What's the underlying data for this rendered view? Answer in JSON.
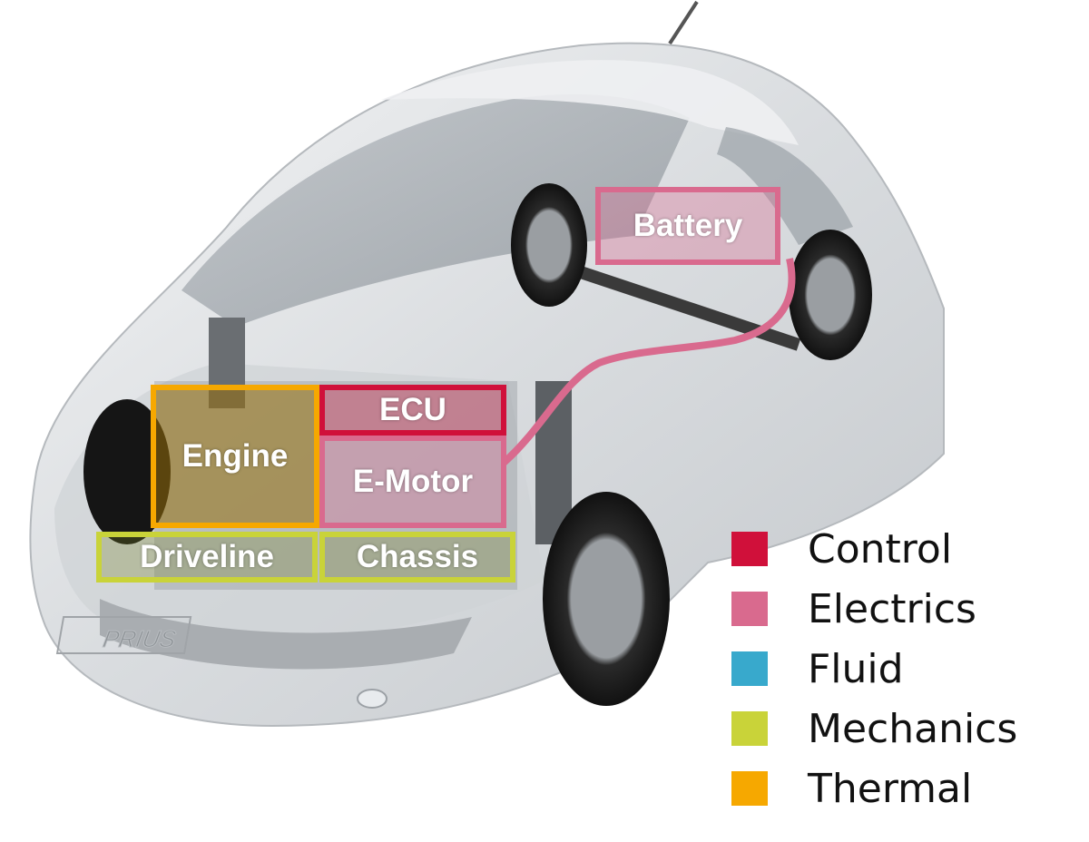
{
  "components": [
    {
      "id": "battery",
      "label": "Battery",
      "category": "electrics"
    },
    {
      "id": "ecu",
      "label": "ECU",
      "category": "control"
    },
    {
      "id": "engine",
      "label": "Engine",
      "category": "thermal"
    },
    {
      "id": "e-motor",
      "label": "E-Motor",
      "category": "electrics"
    },
    {
      "id": "driveline",
      "label": "Driveline",
      "category": "mechanics"
    },
    {
      "id": "chassis",
      "label": "Chassis",
      "category": "mechanics"
    }
  ],
  "car_badge": "PRIUS",
  "legend": [
    {
      "key": "control",
      "label": "Control",
      "color": "#d0103a"
    },
    {
      "key": "electrics",
      "label": "Electrics",
      "color": "#d96a8e"
    },
    {
      "key": "fluid",
      "label": "Fluid",
      "color": "#38a9cc"
    },
    {
      "key": "mechanics",
      "label": "Mechanics",
      "color": "#c9d339"
    },
    {
      "key": "thermal",
      "label": "Thermal",
      "color": "#f6a800"
    }
  ]
}
